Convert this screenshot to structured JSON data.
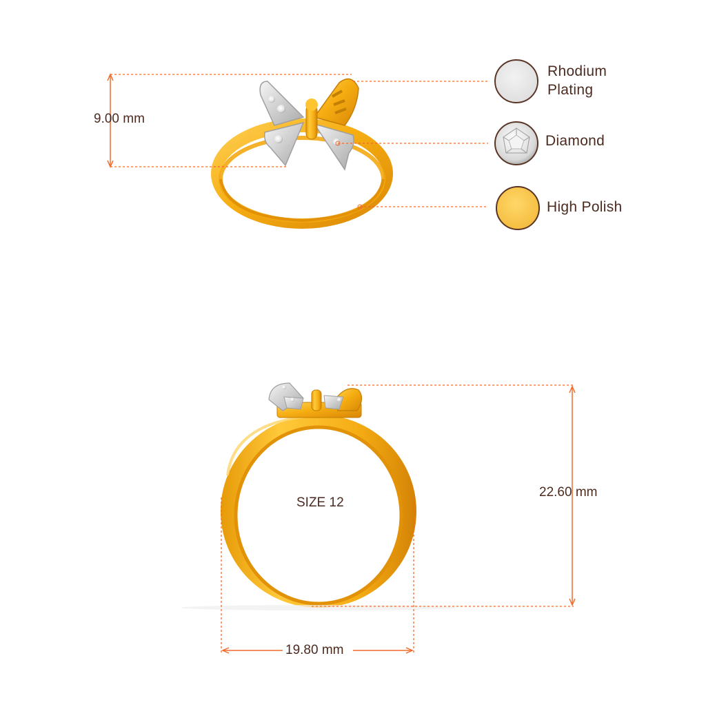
{
  "dimensions": {
    "top_height": "9.00 mm",
    "side_height": "22.60 mm",
    "width": "19.80 mm",
    "size": "SIZE 12"
  },
  "legend": [
    {
      "line1": "Rhodium",
      "line2": "Plating",
      "swatch": "rhodium-swatch",
      "color": "#e6e6e6"
    },
    {
      "line1": "Diamond",
      "line2": "",
      "swatch": "diamond-swatch",
      "color": "#ffffff"
    },
    {
      "line1": "High Polish",
      "line2": "",
      "swatch": "gold-swatch",
      "color": "#f6c24a"
    }
  ],
  "colors": {
    "dimension_line": "#f06a2a",
    "text": "#4b2b20",
    "gold": "#f7b51d",
    "gold_dark": "#d98a06",
    "rhodium": "#dcdcdc",
    "swatch_border": "#5a3526"
  }
}
